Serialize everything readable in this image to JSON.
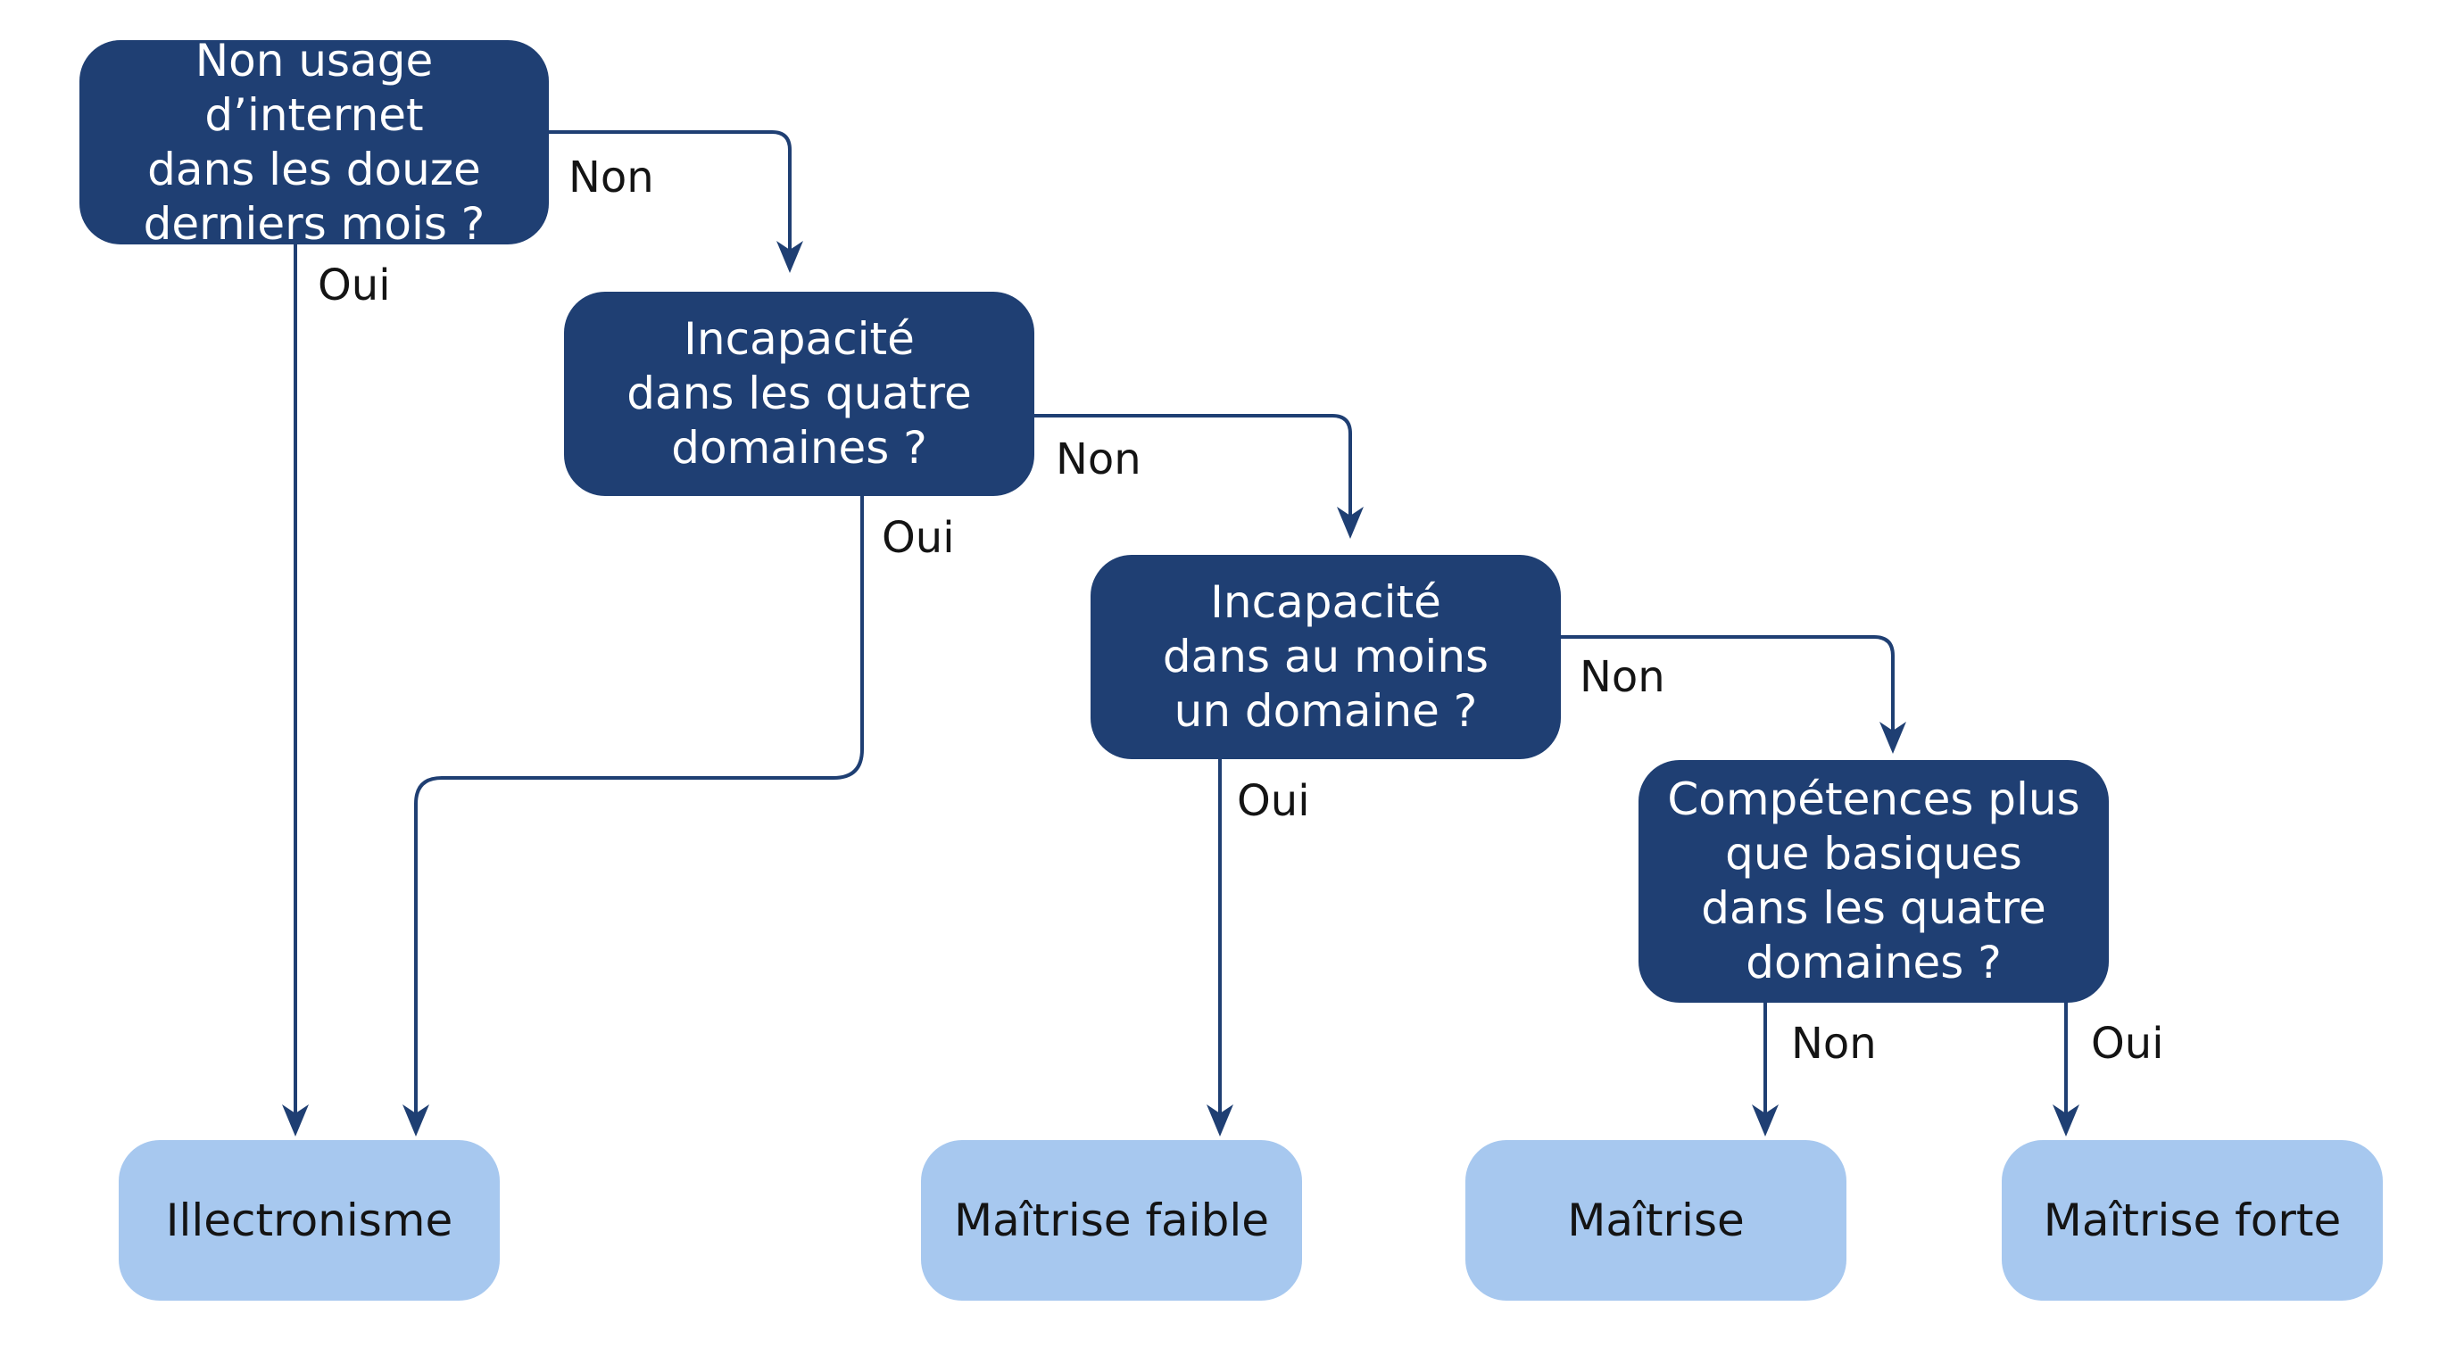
{
  "colors": {
    "question_fill": "#1f3f73",
    "outcome_fill": "#a7c8ef",
    "connector": "#1f3f73"
  },
  "questions": [
    {
      "text": "Non usage d’internet\ndans les douze\nderniers mois ?"
    },
    {
      "text": "Incapacité\ndans les quatre\ndomaines ?"
    },
    {
      "text": "Incapacité\ndans au moins\nun domaine ?"
    },
    {
      "text": "Compétences plus\nque basiques\ndans les quatre\ndomaines ?"
    }
  ],
  "outcomes": [
    {
      "text": "Illectronisme"
    },
    {
      "text": "Maîtrise faible"
    },
    {
      "text": "Maîtrise"
    },
    {
      "text": "Maîtrise forte"
    }
  ],
  "edge_labels": {
    "q1_no": "Non",
    "q1_yes": "Oui",
    "q2_no": "Non",
    "q2_yes": "Oui",
    "q3_no": "Non",
    "q3_yes": "Oui",
    "q4_no": "Non",
    "q4_yes": "Oui"
  }
}
